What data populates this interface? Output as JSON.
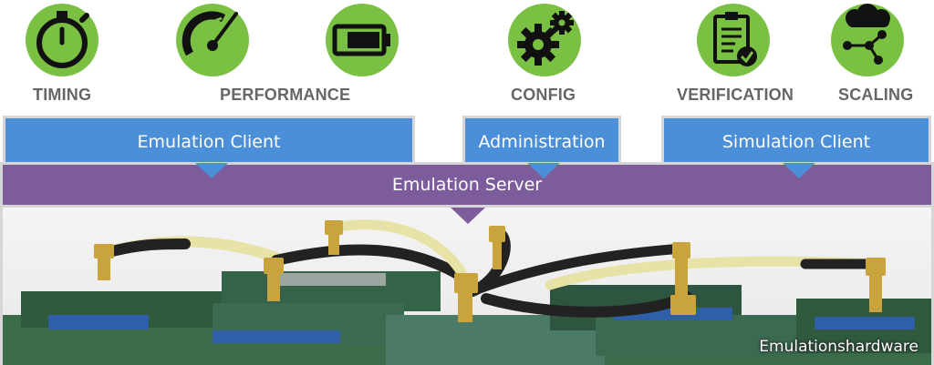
{
  "icons": [
    {
      "key": "timing",
      "label": "TIMING",
      "icon": "stopwatch-icon"
    },
    {
      "key": "performance",
      "label": "PERFORMANCE",
      "icon": "speedometer-icon"
    },
    {
      "key": "battery",
      "label": "",
      "icon": "battery-icon"
    },
    {
      "key": "config",
      "label": "CONFIG",
      "icon": "gears-icon"
    },
    {
      "key": "verification",
      "label": "VERIFICATION",
      "icon": "clipboard-check-icon"
    },
    {
      "key": "scaling",
      "label": "SCALING",
      "icon": "cloud-network-icon"
    }
  ],
  "layers": {
    "emulation_client": "Emulation Client",
    "administration": "Administration",
    "simulation_client": "Simulation Client",
    "emulation_server": "Emulation Server"
  },
  "hardware": {
    "label": "Emulationshardware"
  },
  "colors": {
    "icon_green": "#7ac143",
    "client_blue": "#4a8fd8",
    "server_purple": "#7d5c9c",
    "label_gray": "#666666",
    "border_gray": "#d6d6d6"
  }
}
